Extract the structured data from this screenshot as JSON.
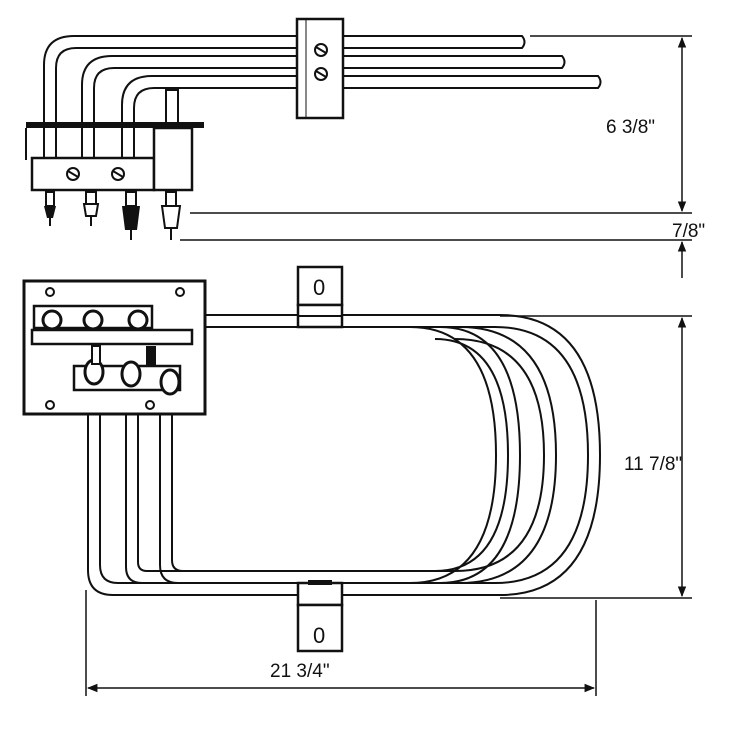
{
  "dimensions": {
    "side_height": "6 3/8\"",
    "terminal_length": "7/8\"",
    "plan_height": "11 7/8\"",
    "plan_length": "21 3/4\""
  },
  "brackets": {
    "top_label": "0",
    "bottom_label": "0"
  },
  "colors": {
    "line": "#111111",
    "fill": "#ffffff"
  }
}
